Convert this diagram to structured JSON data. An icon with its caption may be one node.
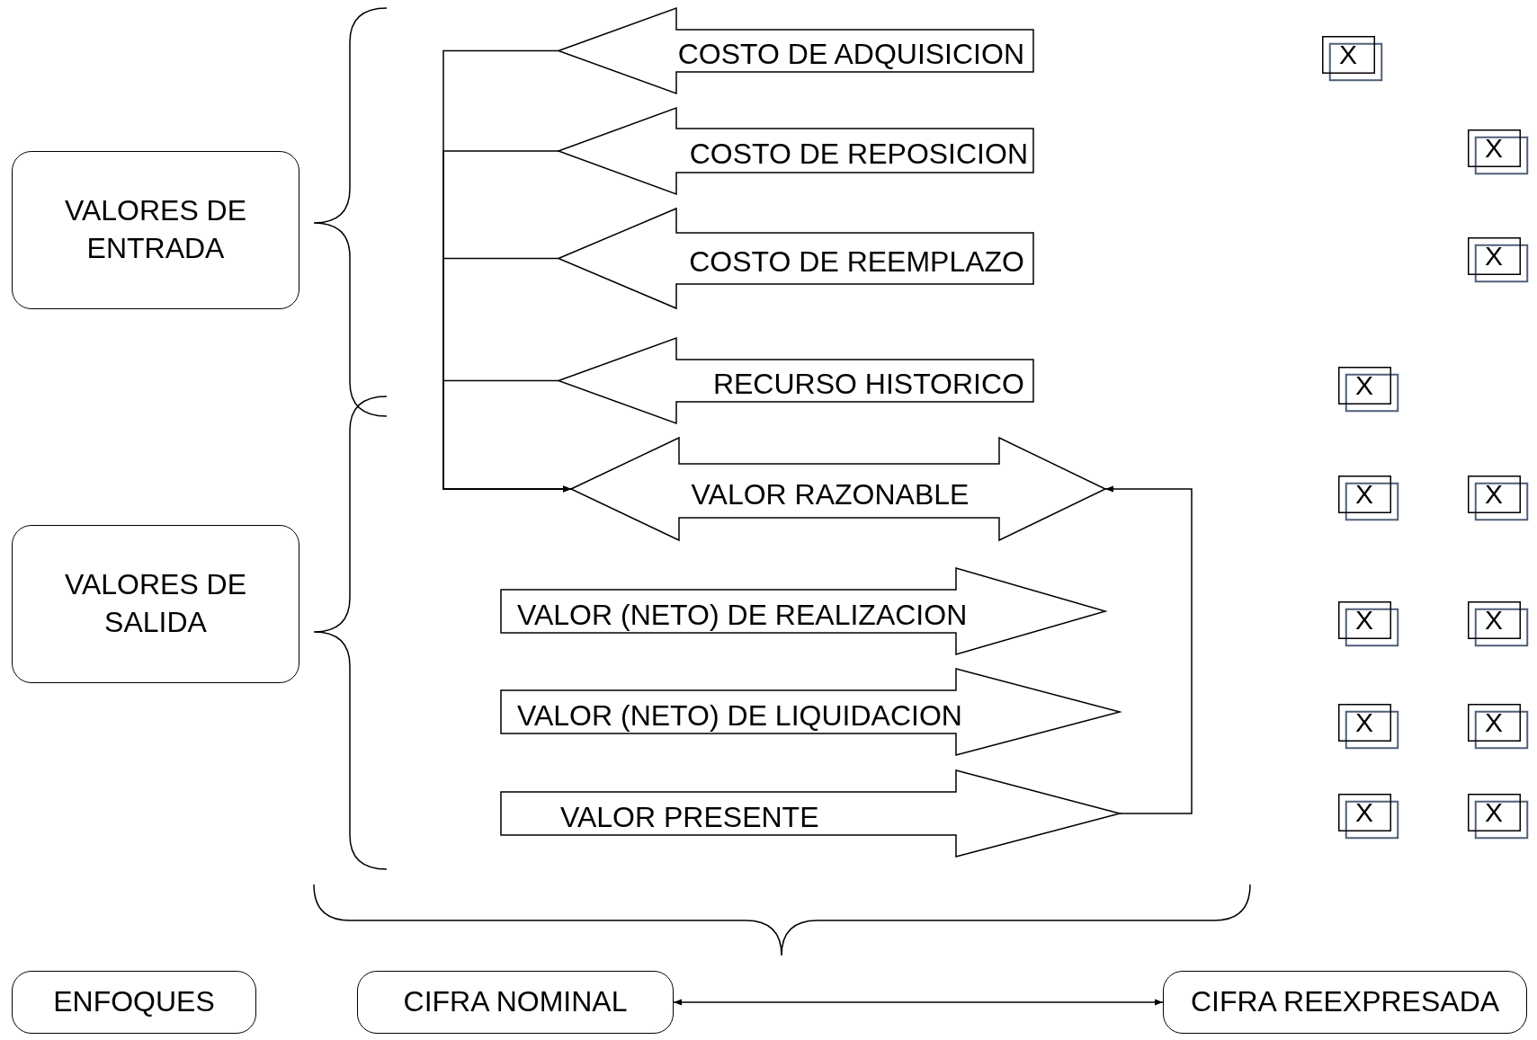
{
  "diagram": {
    "nodes": [
      {
        "text": [
          "VALORES DE ENTRADA"
        ]
      },
      {
        "text": [
          "VALORES DE SALIDA"
        ]
      },
      {
        "text": [
          "COSTO DE ADQUISICION"
        ]
      },
      {
        "text": [
          "COSTO DE REPOSICION"
        ]
      },
      {
        "text": [
          "COSTO DE REEMPLAZO"
        ]
      },
      {
        "text": [
          "RECURSO HISTORICO"
        ]
      },
      {
        "text": [
          "VALOR RAZONABLE"
        ]
      },
      {
        "text": [
          "VALOR (NETO) DE REALIZACION"
        ]
      },
      {
        "text": [
          "VALOR (NETO) DE LIQUIDACION"
        ]
      },
      {
        "text": [
          "VALOR PRESENTE"
        ]
      },
      {
        "text": [
          "X"
        ]
      },
      {
        "text": [
          "X"
        ]
      },
      {
        "text": [
          "X"
        ]
      },
      {
        "text": [
          "X"
        ]
      },
      {
        "text": [
          "X"
        ]
      },
      {
        "text": [
          "X"
        ]
      },
      {
        "text": [
          "X"
        ]
      },
      {
        "text": [
          "X"
        ]
      },
      {
        "text": [
          "X"
        ]
      },
      {
        "text": [
          "X"
        ]
      },
      {
        "text": [
          "X"
        ]
      },
      {
        "text": [
          "X"
        ]
      },
      {
        "text": [
          "ENFOQUES"
        ]
      },
      {
        "text": [
          "CIFRA NOMINAL"
        ]
      },
      {
        "text": [
          "CIFRA REEXPRESADA"
        ]
      }
    ],
    "edges": [
      {
        "from": 2,
        "to": 6,
        "arrow": "to"
      },
      {
        "from": 3,
        "to": 6,
        "arrow": "to"
      },
      {
        "from": 4,
        "to": 6,
        "arrow": "to"
      },
      {
        "from": 5,
        "to": 6,
        "arrow": "to"
      },
      {
        "from": 9,
        "to": 6,
        "arrow": "to"
      },
      {
        "from": 23,
        "to": 24,
        "arrow": "both"
      }
    ]
  }
}
